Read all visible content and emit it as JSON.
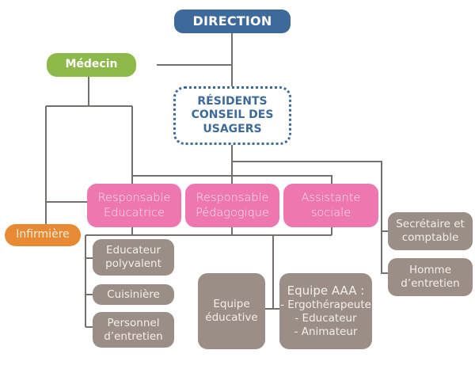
{
  "diagram": {
    "type": "org-chart",
    "colors": {
      "direction": "#3d6a9a",
      "medecin": "#8db84a",
      "residents_border": "#3d6a9a",
      "responsables": "#ef77af",
      "infirmiere": "#e88a34",
      "staff": "#9b8e86",
      "connector": "#76706c"
    },
    "nodes": {
      "direction": {
        "lines": [
          "DIRECTION"
        ]
      },
      "medecin": {
        "lines": [
          "Médecin"
        ]
      },
      "residents": {
        "lines": [
          "RÉSIDENTS",
          "CONSEIL DES",
          "USAGERS"
        ]
      },
      "resp_educatrice": {
        "lines": [
          "Responsable",
          "Educatrice"
        ]
      },
      "resp_pedagogique": {
        "lines": [
          "Responsable",
          "Pédagogique"
        ]
      },
      "assistante_sociale": {
        "lines": [
          "Assistante",
          "sociale"
        ]
      },
      "infirmiere": {
        "lines": [
          "Infirmière"
        ]
      },
      "secretaire": {
        "lines": [
          "Secrétaire et",
          "comptable"
        ]
      },
      "homme_entretien": {
        "lines": [
          "Homme",
          "d’entretien"
        ]
      },
      "educateur_polyvalent": {
        "lines": [
          "Educateur",
          "polyvalent"
        ]
      },
      "cuisiniere": {
        "lines": [
          "Cuisinière"
        ]
      },
      "personnel_entretien": {
        "lines": [
          "Personnel",
          "d’entretien"
        ]
      },
      "equipe_educative": {
        "lines": [
          "Equipe",
          "éducative"
        ]
      },
      "equipe_aaa": {
        "lines": [
          "Equipe AAA :",
          "- Ergothérapeute",
          "- Educateur",
          "- Animateur"
        ]
      }
    }
  }
}
